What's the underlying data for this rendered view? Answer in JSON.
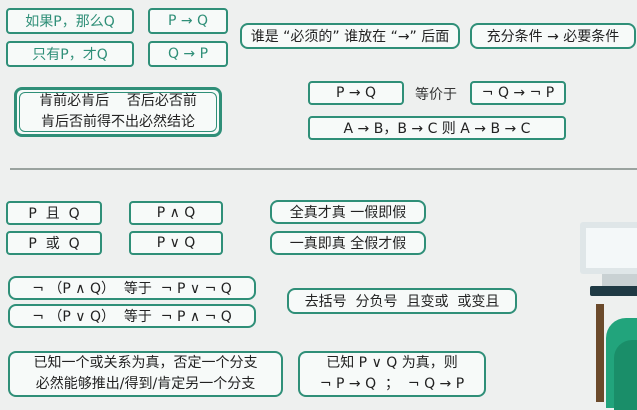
{
  "rows": {
    "r1_left_a": "如果P，那么Q",
    "r1_left_b": "P → Q",
    "r2_left_a": "只有P，才Q",
    "r2_left_b": "Q → P",
    "rule_after": "谁是 “必须的” 谁放在 “→” 后面",
    "cond": "充分条件 → 必要条件",
    "mnemonic_1": "肯前必肯后    否后必否前",
    "mnemonic_2": "肯后否前得不出必然结论",
    "equiv_left": "P → Q",
    "equiv_word": "等价于",
    "equiv_right": "¬ Q → ¬ P",
    "chain": "A → B，B → C 则 A → B → C"
  },
  "logic": {
    "and_text": "P  且  Q",
    "and_sym": "P ∧ Q",
    "and_rule": "全真才真 一假即假",
    "or_text": "P  或  Q",
    "or_sym": "P ∨ Q",
    "or_rule": "一真即真 全假才假"
  },
  "demorgan": {
    "line1": "¬ （P ∧ Q）  等于  ¬ P ∨ ¬ Q",
    "line2": "¬ （P ∨ Q）  等于  ¬ P ∧ ¬ Q",
    "rule": "去括号  分负号  且变或  或变且"
  },
  "bottom": {
    "left_1": "已知一个或关系为真，否定一个分支",
    "left_2": "必然能够推出/得到/肯定另一个分支",
    "right_1": "已知 P ∨ Q 为真，则",
    "right_2": "¬ P → Q  ；  ¬ Q → P"
  },
  "colors": {
    "accent": "#2f8f78",
    "background": "#eef0ef"
  }
}
